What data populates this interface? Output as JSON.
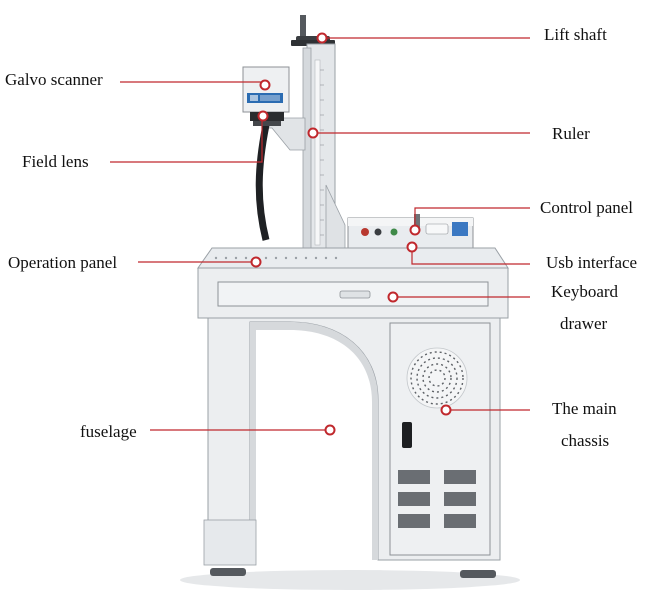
{
  "labels": {
    "lift_shaft": "Lift shaft",
    "galvo_scanner": "Galvo scanner",
    "ruler": "Ruler",
    "field_lens": "Field lens",
    "control_panel": "Control panel",
    "operation_panel": "Operation panel",
    "usb_interface": "Usb interface",
    "keyboard_drawer_line1": "Keyboard",
    "keyboard_drawer_line2": "drawer",
    "fuselage": "fuselage",
    "main_chassis_line1": "The main",
    "main_chassis_line2": "chassis"
  },
  "colors": {
    "callout": "#c0282d",
    "machine_body": "#eceef0",
    "machine_shadow": "#c9ccd0",
    "machine_outline": "#8d9196",
    "background": "#ffffff"
  }
}
